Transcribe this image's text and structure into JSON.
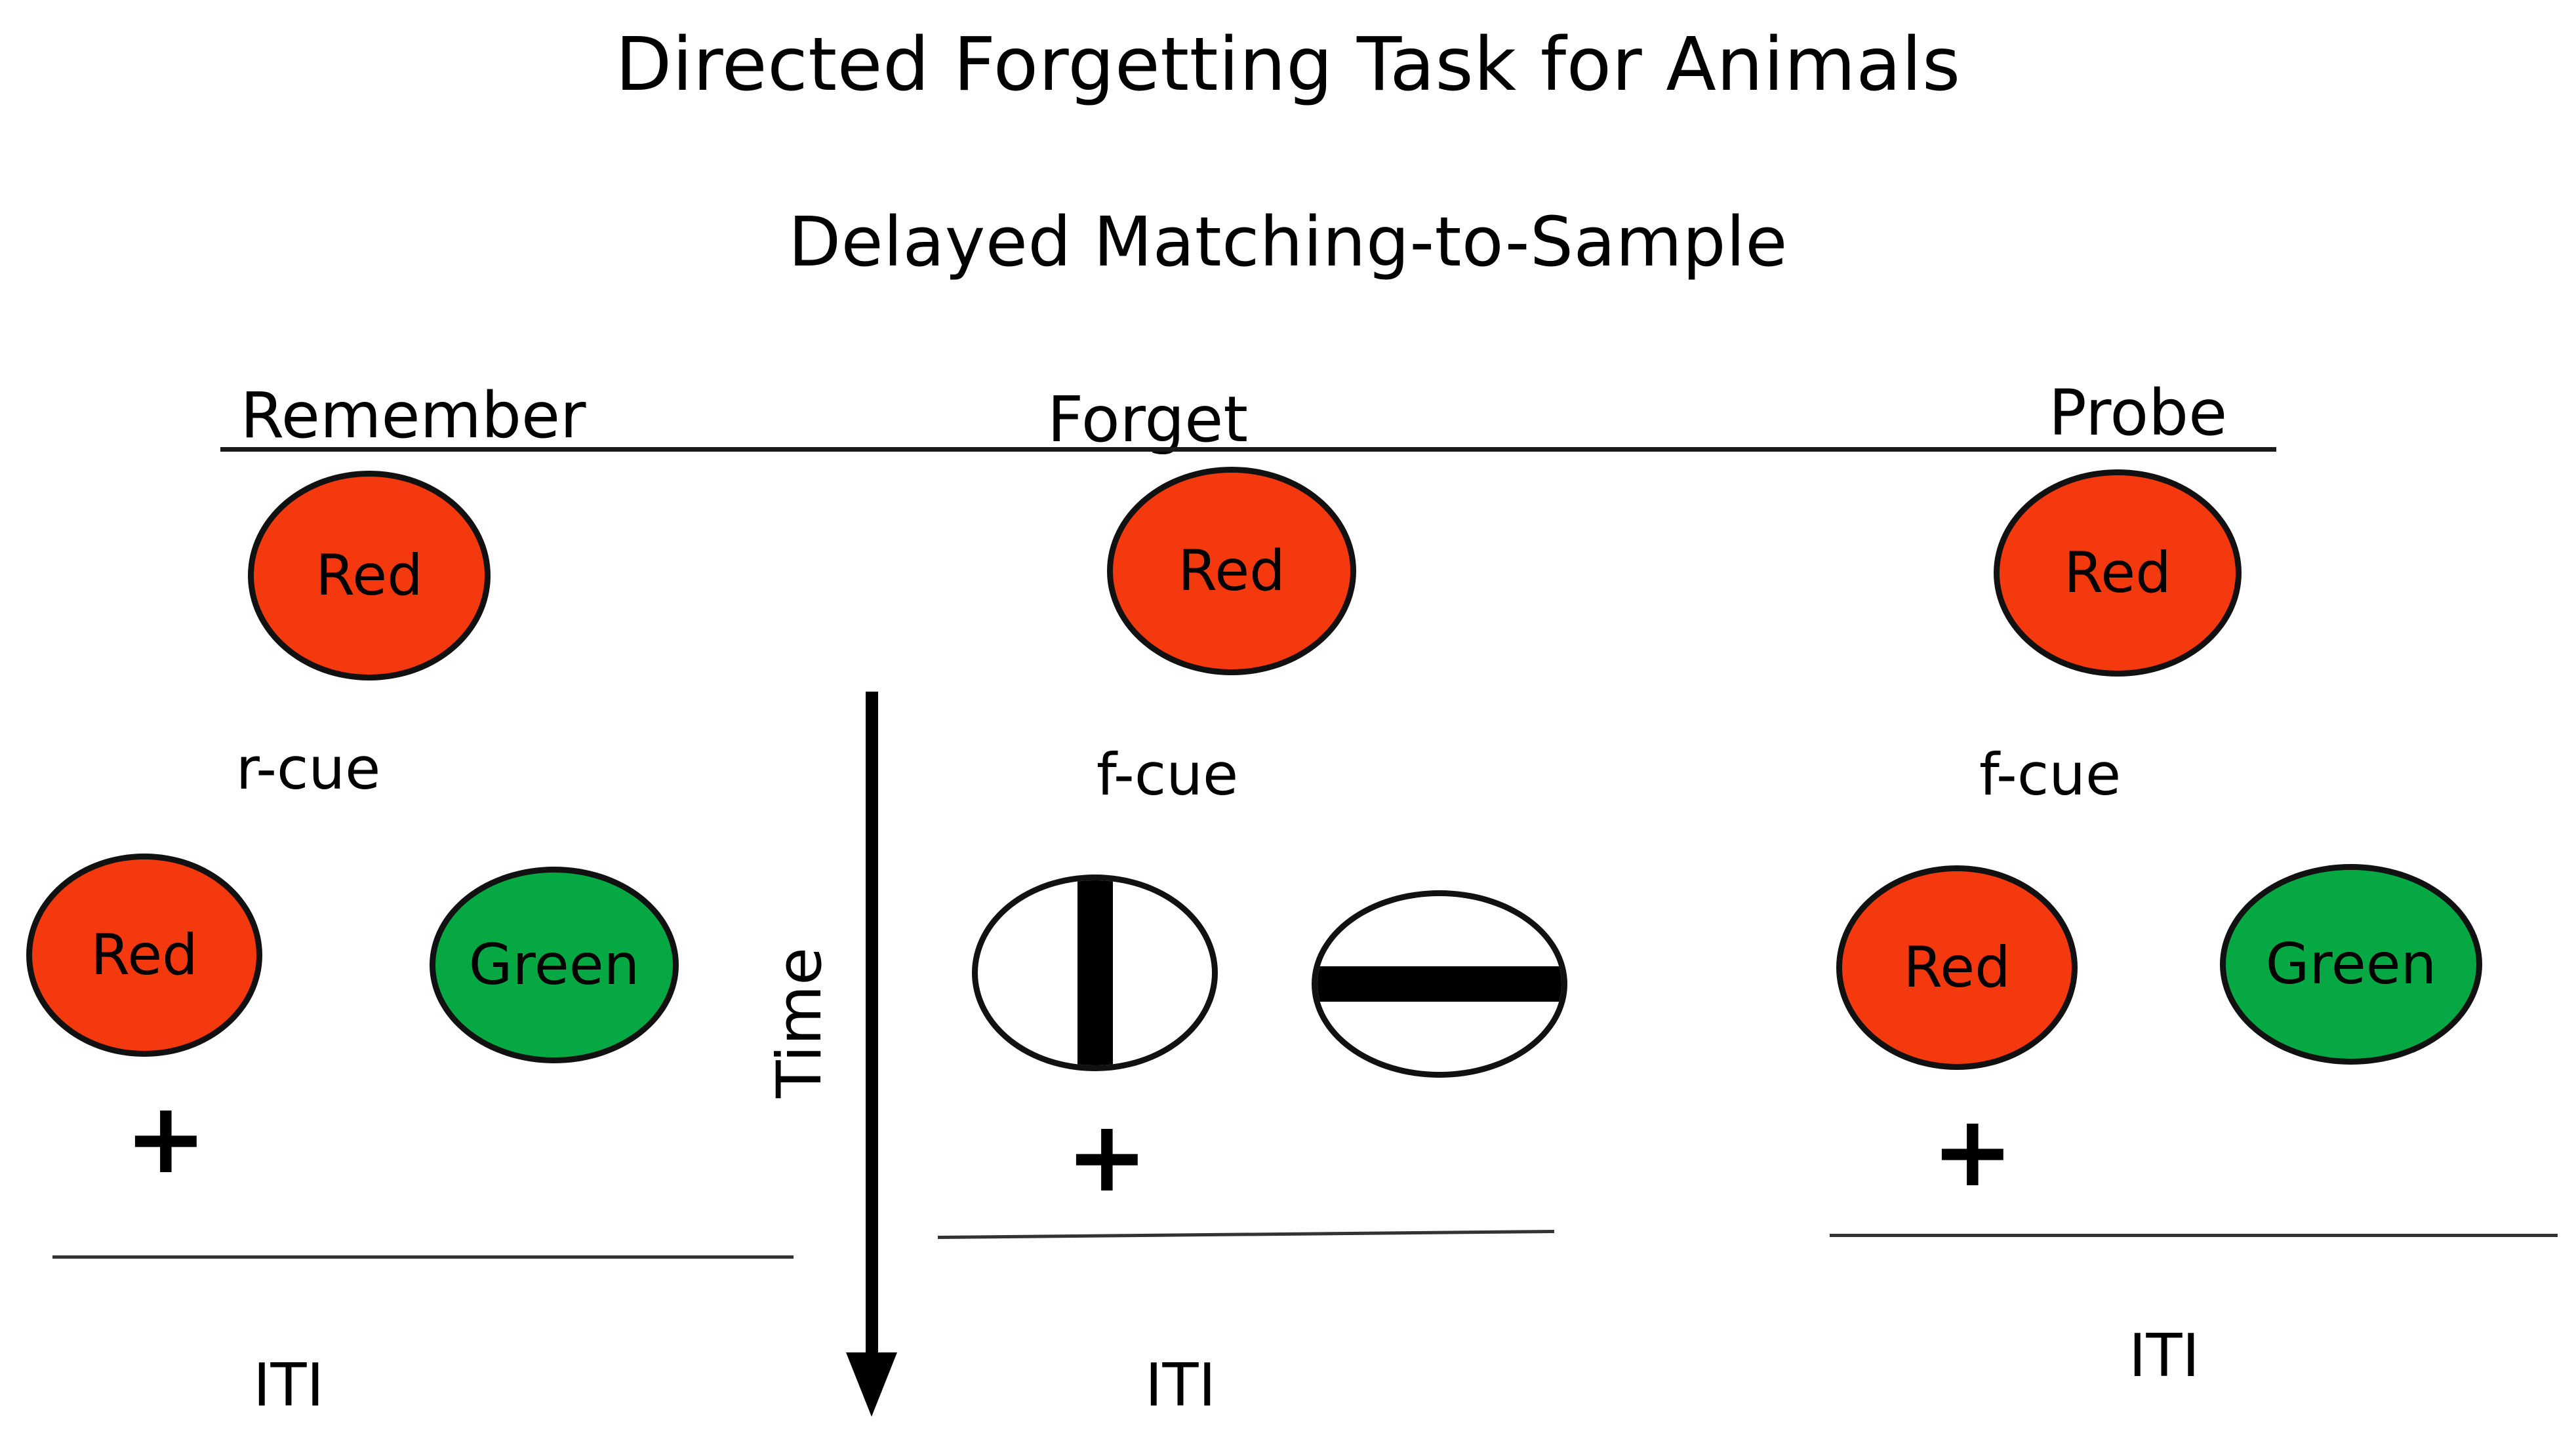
{
  "figure": {
    "title": "Directed Forgetting Task for Animals",
    "subtitle": "Delayed Matching-to-Sample",
    "background_color": "#FFFFFF",
    "time_axis": {
      "label": "Time",
      "direction": "downward",
      "arrow_icon": "down-arrow-icon"
    },
    "palette": {
      "red": "#F4390E",
      "green": "#05A843",
      "outline": "#111111",
      "rule": "#1A1A1A",
      "text": "#000000",
      "blank": "#FFFFFF"
    }
  },
  "columns": [
    {
      "id": "remember",
      "header": "Remember",
      "cue_stimulus": {
        "label": "Red",
        "fill": "red"
      },
      "cue_name": "r-cue",
      "choice_stimuli": [
        {
          "label": "Red",
          "fill": "red"
        },
        {
          "label": "Green",
          "fill": "green"
        }
      ],
      "fixation": "+",
      "iti": "ITI"
    },
    {
      "id": "forget",
      "header": "Forget",
      "cue_stimulus": {
        "label": "Red",
        "fill": "red"
      },
      "cue_name": "f-cue",
      "choice_stimuli": [
        {
          "label": "",
          "fill": "blank",
          "pattern": "vertical-bar"
        },
        {
          "label": "",
          "fill": "blank",
          "pattern": "horizontal-bar"
        }
      ],
      "fixation": "+",
      "iti": "ITI"
    },
    {
      "id": "probe",
      "header": "Probe",
      "cue_stimulus": {
        "label": "Red",
        "fill": "red"
      },
      "cue_name": "f-cue",
      "choice_stimuli": [
        {
          "label": "Red",
          "fill": "red"
        },
        {
          "label": "Green",
          "fill": "green"
        }
      ],
      "fixation": "+",
      "iti": "ITI"
    }
  ]
}
